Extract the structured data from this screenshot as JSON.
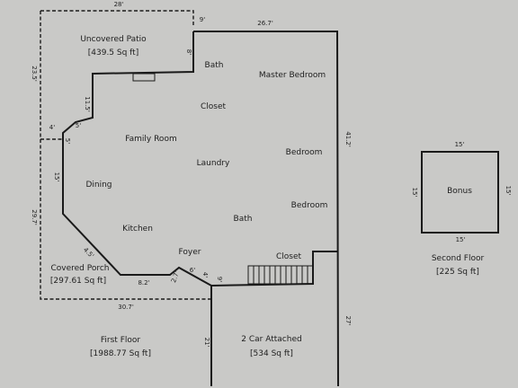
{
  "rooms": {
    "uncovered_patio": "Uncovered Patio",
    "uncovered_patio_area": "[439.5 Sq ft]",
    "bath_upper": "Bath",
    "master_bedroom": "Master Bedroom",
    "closet_upper": "Closet",
    "family_room": "Family Room",
    "laundry": "Laundry",
    "bedroom_1": "Bedroom",
    "dining": "Dining",
    "bedroom_2": "Bedroom",
    "kitchen": "Kitchen",
    "bath_lower": "Bath",
    "foyer": "Foyer",
    "closet_lower": "Closet",
    "covered_porch": "Covered Porch",
    "covered_porch_area": "[297.61 Sq ft]",
    "first_floor": "First Floor",
    "first_floor_area": "[1988.77 Sq ft]",
    "garage": "2 Car Attached",
    "garage_area": "[534 Sq ft]",
    "bonus": "Bonus",
    "second_floor": "Second Floor",
    "second_floor_area": "[225 Sq ft]"
  },
  "dimensions": {
    "patio_top": "28'",
    "patio_notch": "9'",
    "house_top": "26.7'",
    "patio_left": "23.5'",
    "patio_right": "8'",
    "inner_wall": "11.5'",
    "step_a": "4'",
    "step_b": "5'",
    "step_c": "5'",
    "left_wall": "15'",
    "porch_side": "29.7'",
    "diag": "4.5'",
    "porch_bottom": "8.2'",
    "foyer_a": "2.7'",
    "foyer_b": "6'",
    "foyer_c": "4'",
    "garage_left": "9'",
    "right_wall": "41.2'",
    "porch_base": "30.7'",
    "garage_side": "21'",
    "garage_right": "27'",
    "bonus_top": "15'",
    "bonus_bottom": "15'",
    "bonus_left": "15'",
    "bonus_right": "15'"
  }
}
